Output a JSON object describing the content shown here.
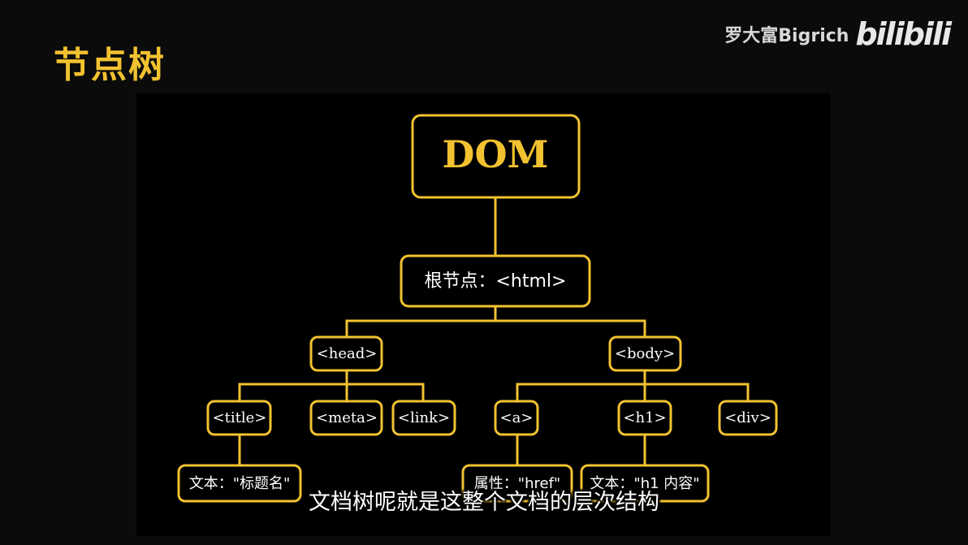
{
  "header": {
    "title": "节点树",
    "watermark_author": "罗大富Bigrich",
    "watermark_logo": "bilibili"
  },
  "tree": {
    "root": "DOM",
    "html": "根节点：<html>",
    "head": "<head>",
    "body": "<body>",
    "title": "<title>",
    "meta": "<meta>",
    "link": "<link>",
    "a": "<a>",
    "h1": "<h1>",
    "div": "<div>",
    "title_text": "文本：\"标题名\"",
    "a_attr": "属性：\"href\"",
    "h1_text": "文本：\"h1 内容\""
  },
  "subtitle": "文档树呢就是这整个文档的层次结构",
  "colors": {
    "accent": "#f2c230",
    "background": "#0b0b0b",
    "text": "#ffffff"
  }
}
